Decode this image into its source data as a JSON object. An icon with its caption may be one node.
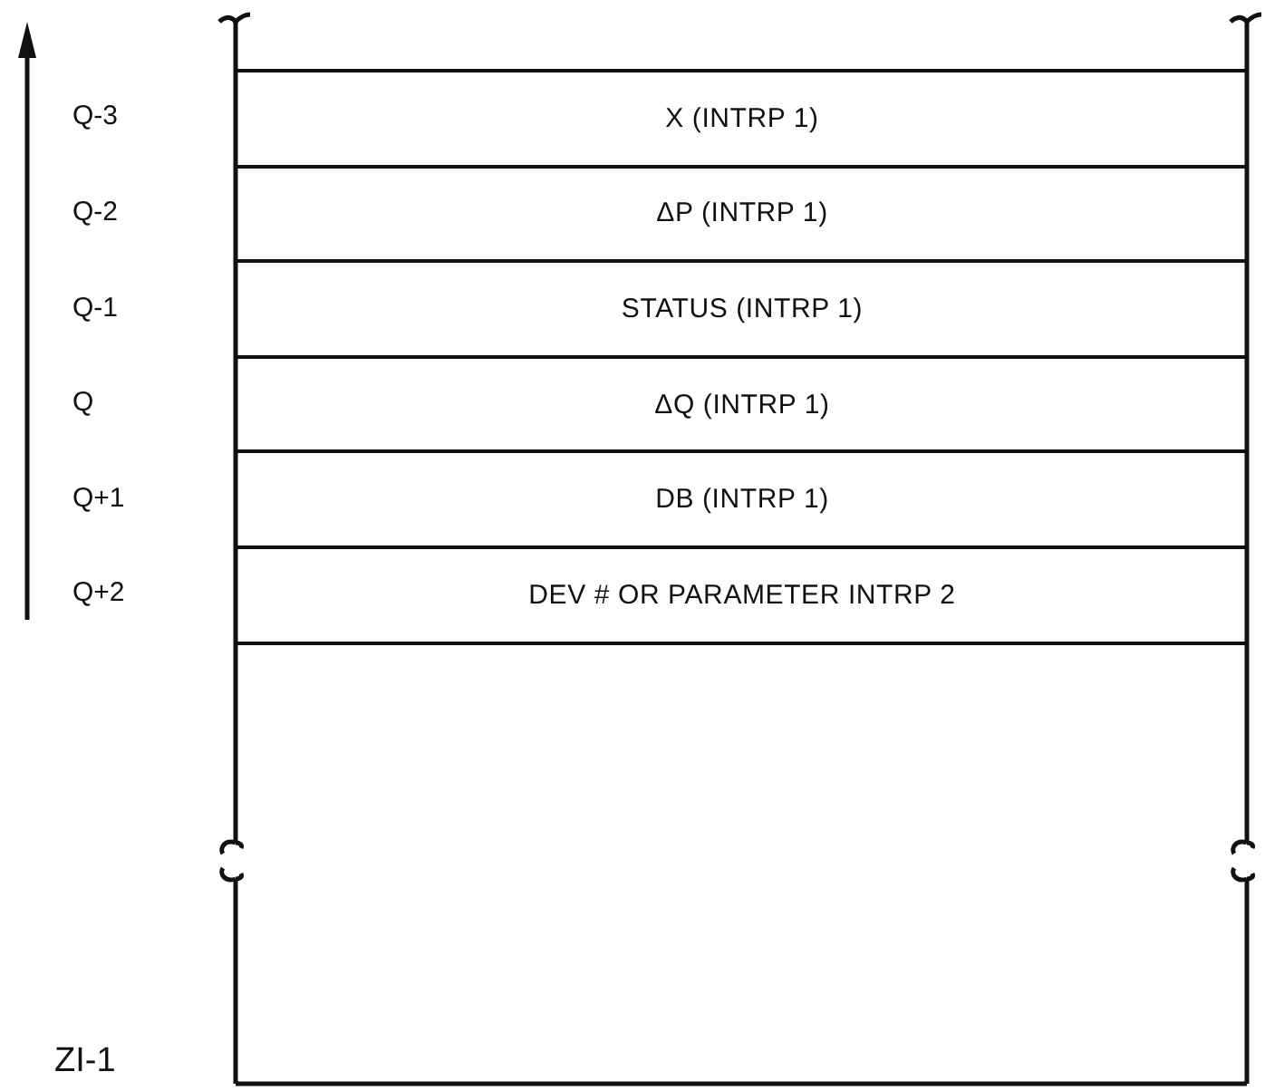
{
  "diagram": {
    "nodes": [
      {
        "text": [
          "X (INTRP 1)"
        ]
      },
      {
        "text": [
          "ΔP (INTRP 1)"
        ]
      },
      {
        "text": [
          "STATUS (INTRP 1)"
        ]
      },
      {
        "text": [
          "ΔQ (INTRP 1)"
        ]
      },
      {
        "text": [
          "DB (INTRP 1)"
        ]
      },
      {
        "text": [
          "DEV # OR PARAMETER INTRP 2"
        ]
      }
    ],
    "labels": [
      "Q-3",
      "Q-2",
      "Q-1",
      "Q",
      "Q+1",
      "Q+2",
      "ZI-1"
    ]
  }
}
